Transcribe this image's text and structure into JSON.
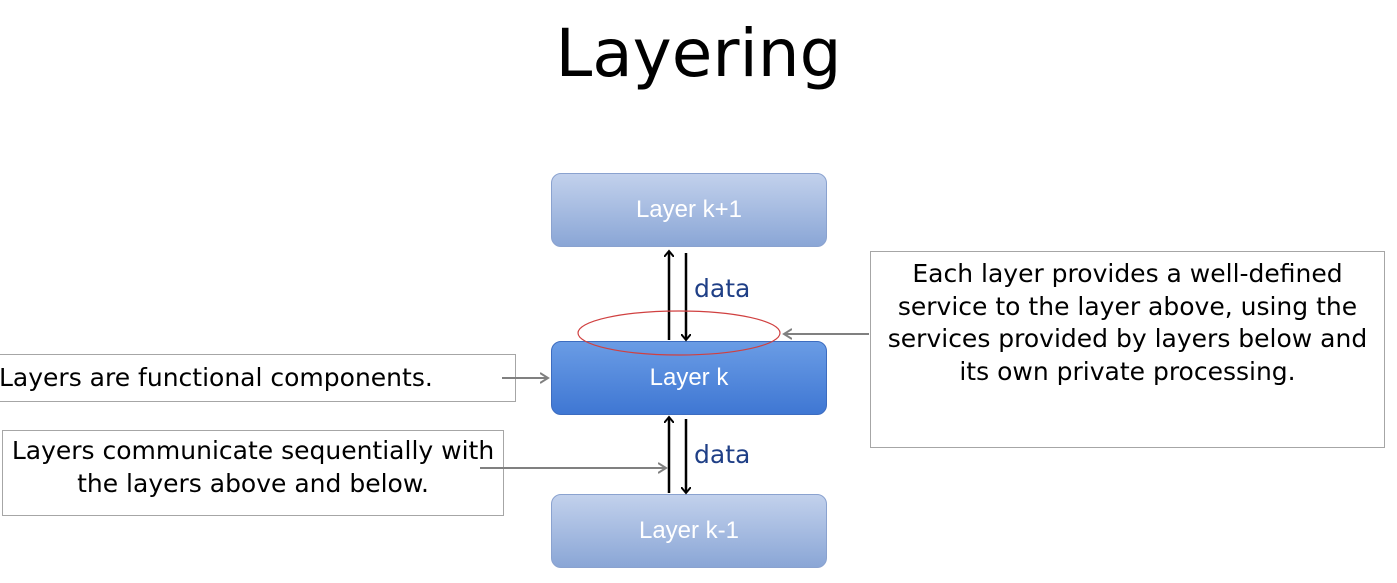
{
  "title": "Layering",
  "layers": {
    "top": "Layer k+1",
    "middle": "Layer k",
    "bottom": "Layer k-1"
  },
  "flow_labels": {
    "upper": "data",
    "lower": "data"
  },
  "notes": {
    "components": "Layers are functional components.",
    "communicate": "Layers communicate sequentially with the layers above and below.",
    "service": "Each layer provides a well-defined service to the layer above, using the services provided by layers below and its own private processing."
  },
  "colors": {
    "layer_pale": "#8aa6d6",
    "layer_mid": "#3f77d3",
    "data_text": "#1f3f86",
    "interface_ellipse": "#d04040",
    "pointer_arrow": "#808080"
  }
}
